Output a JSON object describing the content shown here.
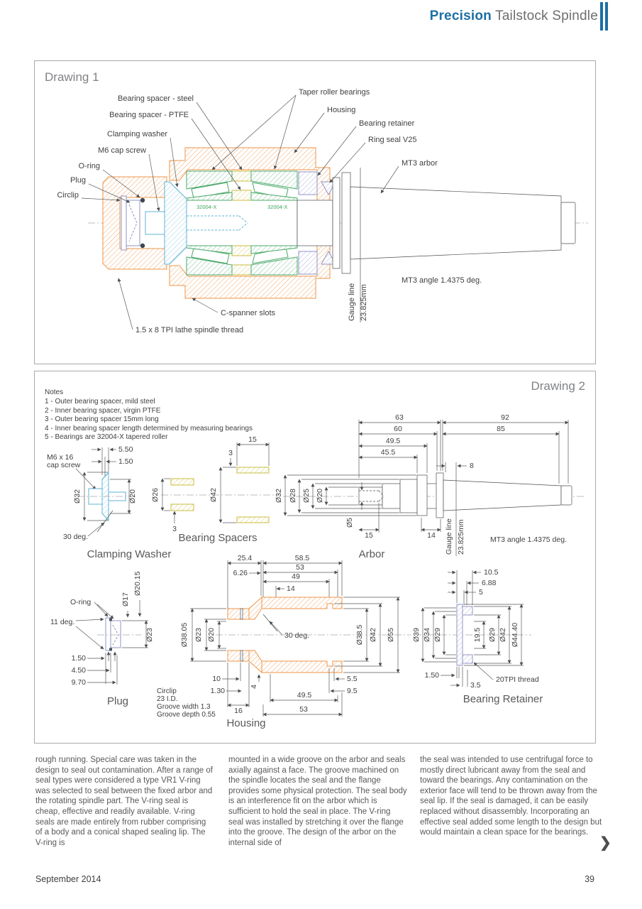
{
  "header": {
    "title_bold": "Precision",
    "title_rest": "Tailstock Spindle"
  },
  "drawing1": {
    "title": "Drawing 1",
    "labels": {
      "bearing_spacer_steel": "Bearing spacer - steel",
      "bearing_spacer_ptfe": "Bearing spacer - PTFE",
      "clamping_washer": "Clamping washer",
      "m6_cap_screw": "M6 cap screw",
      "o_ring": "O-ring",
      "plug": "Plug",
      "circlip": "Circlip",
      "taper_roller_bearings": "Taper roller bearings",
      "housing": "Housing",
      "bearing_retainer": "Bearing retainer",
      "ring_seal": "Ring seal V25",
      "mt3_arbor": "MT3 arbor",
      "c_spanner_slots": "C-spanner slots",
      "lathe_thread": "1.5 x 8 TPI lathe spindle thread",
      "gauge_line": "Gauge line",
      "gauge_dim": "23.825mm",
      "mt3_angle": "MT3 angle 1.4375 deg.",
      "bearing_code": "32004-X"
    }
  },
  "drawing2": {
    "title": "Drawing 2",
    "notes": [
      "Notes",
      "1 - Outer bearing spacer, mild steel",
      "2 - Inner bearing spacer, virgin PTFE",
      "3 - Outer bearing spacer 15mm long",
      "4 - Inner bearing spacer length determined by measuring bearings",
      "5 - Bearings are 32004-X tapered roller"
    ],
    "clamping_washer": {
      "title": "Clamping Washer",
      "label1": "M6 x 16",
      "label2": "cap screw",
      "w1": "5.50",
      "w2": "1.50",
      "d_outer": "Ø32",
      "d_inner": "Ø20",
      "angle": "30 deg."
    },
    "bearing_spacers": {
      "title": "Bearing Spacers",
      "d1": "Ø26",
      "t1": "3",
      "d2": "Ø42",
      "len": "15",
      "t2": "3"
    },
    "arbor": {
      "title": "Arbor",
      "l1": "63",
      "l2": "92",
      "l3": "60",
      "l4": "85",
      "l5": "49.5",
      "l6": "45.5",
      "l7": "8",
      "d1": "Ø32",
      "d2": "Ø28",
      "d3": "Ø25",
      "d4": "Ø20",
      "d5": "Ø5",
      "l8": "15",
      "l9": "14",
      "gauge1": "Gauge line",
      "gauge2": "23.825mm",
      "angle": "MT3 angle 1.4375 deg."
    },
    "plug": {
      "title": "Plug",
      "oring": "O-ring",
      "angle": "11 deg.",
      "d1": "Ø17",
      "d2": "Ø20.15",
      "d3": "Ø23",
      "l1": "1.50",
      "l2": "4.50",
      "l3": "9.70"
    },
    "housing": {
      "title": "Housing",
      "l1": "25.4",
      "l2": "58.5",
      "l3": "53",
      "l4": "49",
      "l5": "6.26",
      "l6": "14",
      "angle": "30 deg.",
      "d1": "Ø38.05",
      "d2": "Ø23",
      "d3": "Ø20",
      "d4": "Ø38.5",
      "d5": "Ø42",
      "d6": "Ø55",
      "l7": "10",
      "l8": "1.30",
      "l9": "16",
      "l10": "4",
      "l11": "5.5",
      "l12": "9.5",
      "l13": "49.5",
      "l14": "53",
      "note1": "Circlip",
      "note2": "23 I.D.",
      "note3": "Groove width 1.3",
      "note4": "Groove depth 0.55"
    },
    "bearing_retainer": {
      "title": "Bearing Retainer",
      "l1": "10.5",
      "l2": "6.88",
      "l3": "5",
      "d1": "Ø39",
      "d2": "Ø34",
      "d3": "Ø29",
      "l4": "19.5",
      "d4": "Ø29",
      "d5": "Ø42",
      "d6": "Ø44.40",
      "l5": "1.50",
      "l6": "3.5",
      "thread": "20TPI thread"
    }
  },
  "article": {
    "col1": "rough running. Special care was taken in the design to seal out contamination. After a range of seal types were considered a type VR1 V-ring was selected to seal between the fixed arbor and the rotating spindle part. The V-ring seal is cheap, effective and readily available. V-ring seals are made entirely from rubber comprising of a body and a conical shaped sealing lip. The V-ring is",
    "col2": "mounted in a wide groove on the arbor and seals axially against a face. The groove machined on the spindle locates the seal and the flange provides some physical protection. The seal body is an interference fit on the arbor which is sufficient to hold the seal in place. The V-ring seal was installed by stretching it over the flange into the groove. The design of the arbor on the internal side of",
    "col3": "the seal was intended to use centrifugal force to mostly direct lubricant away from the seal and toward the bearings. Any contamination on the exterior face will tend to be thrown away from the seal lip. If the seal is damaged, it can be easily replaced without disassembly. Incorporating an effective seal added some length to the design but would maintain a clean space for the bearings.",
    "chevron": "❯"
  },
  "footer": {
    "date": "September 2014",
    "page": "39"
  }
}
